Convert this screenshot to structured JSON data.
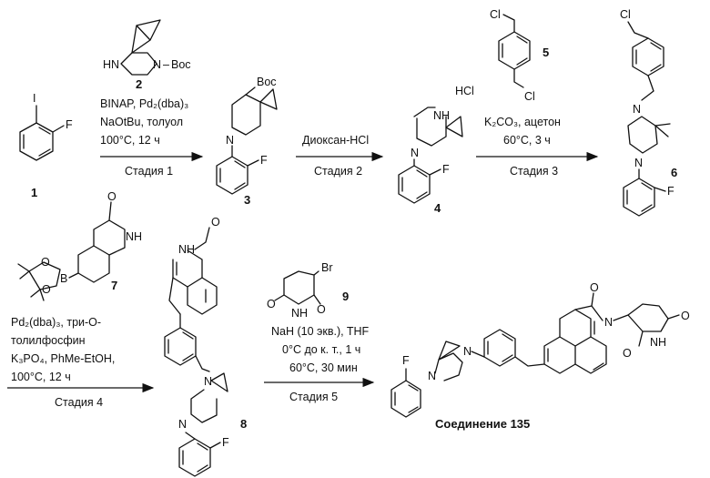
{
  "compounds": {
    "c1": "1",
    "c2": "2",
    "c3": "3",
    "c4": "4",
    "c5": "5",
    "c6": "6",
    "c7": "7",
    "c8": "8",
    "c9": "9",
    "final": "Соединение 135"
  },
  "atoms": {
    "I": "I",
    "F": "F",
    "N": "N",
    "NH": "NH",
    "HN": "HN",
    "Boc": "Boc",
    "HCl": "HCl",
    "Cl": "Cl",
    "O": "O",
    "B": "B",
    "Br": "Br",
    "dash": "–"
  },
  "step1": {
    "r1": "BINAP, Pd₂(dba)₃",
    "r2": "NaOtBu, толуол",
    "r3": "100°C, 12 ч",
    "stage": "Стадия 1"
  },
  "step2": {
    "r1": "Диоксан-HCl",
    "stage": "Стадия 2"
  },
  "step3": {
    "r1": "K₂CO₃, ацетон",
    "r2": "60°C, 3 ч",
    "stage": "Стадия 3"
  },
  "step4": {
    "r1": "Pd₂(dba)₃, три-O-",
    "r2": "толилфосфин",
    "r3": "K₃PO₄, PhMe-EtOH,",
    "r4": "100°C, 12 ч",
    "stage": "Стадия 4"
  },
  "step5": {
    "r1": "NaH (10 экв.), THF",
    "r2": "0°C до к. т., 1 ч",
    "r3": "60°C, 30 мин",
    "stage": "Стадия 5"
  }
}
